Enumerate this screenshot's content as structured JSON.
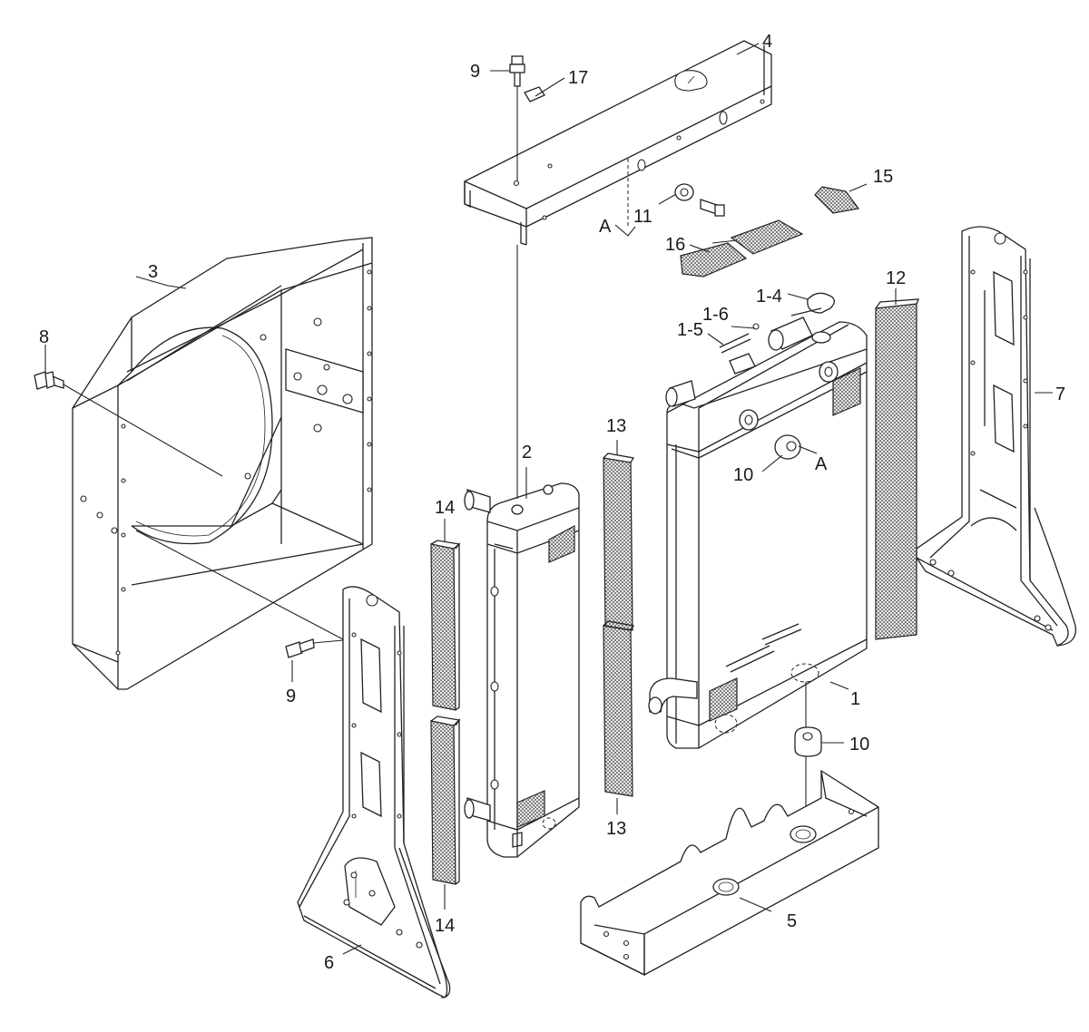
{
  "labels": {
    "l1": "1",
    "l1_4": "1-4",
    "l1_5": "1-5",
    "l1_6": "1-6",
    "l2": "2",
    "l3": "3",
    "l4": "4",
    "l5": "5",
    "l6": "6",
    "l7": "7",
    "l8": "8",
    "l9_top": "9",
    "l9_left": "9",
    "l10_mid": "10",
    "l10_low": "10",
    "l11": "11",
    "l12": "12",
    "l13_top": "13",
    "l13_bot": "13",
    "l14_top": "14",
    "l14_bot": "14",
    "l15": "15",
    "l16": "16",
    "l17": "17",
    "lA_top": "A",
    "lA_mid": "A"
  },
  "colors": {
    "line": "#222222",
    "background": "#ffffff",
    "mesh": "#555555"
  }
}
